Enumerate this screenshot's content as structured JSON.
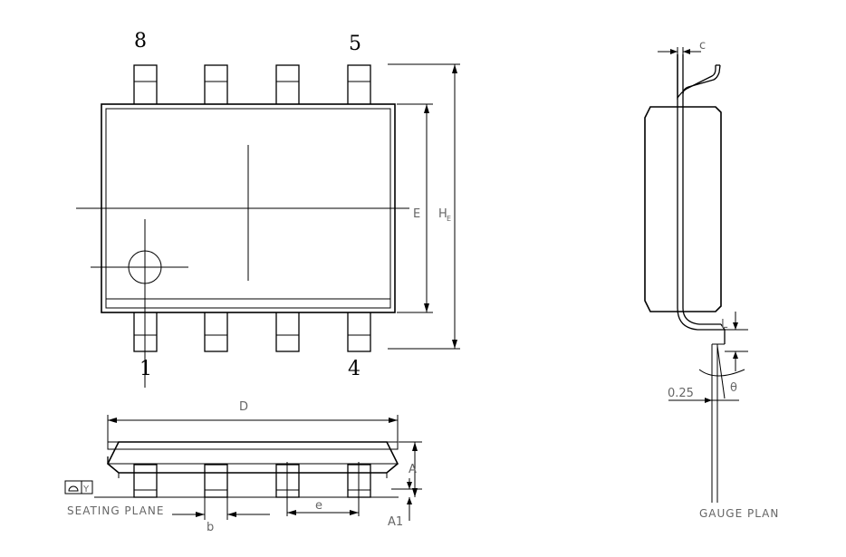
{
  "top_view": {
    "pin_label_top_left": "8",
    "pin_label_top_right": "5",
    "pin_label_bottom_left": "1",
    "pin_label_bottom_right": "4",
    "dim_E": "E",
    "dim_HE": "H",
    "dim_HE_sub": "E"
  },
  "front_view": {
    "dim_D": "D",
    "dim_A": "A",
    "dim_A1": "A1",
    "dim_b": "b",
    "dim_e": "e",
    "seating_plane": "SEATING PLANE",
    "flatness_symbol_letter": "Y"
  },
  "side_view": {
    "dim_c": "c",
    "dim_L": "L",
    "dim_theta": "θ",
    "dim_025": "0.25",
    "gauge_plane": "GAUGE PLAN"
  }
}
